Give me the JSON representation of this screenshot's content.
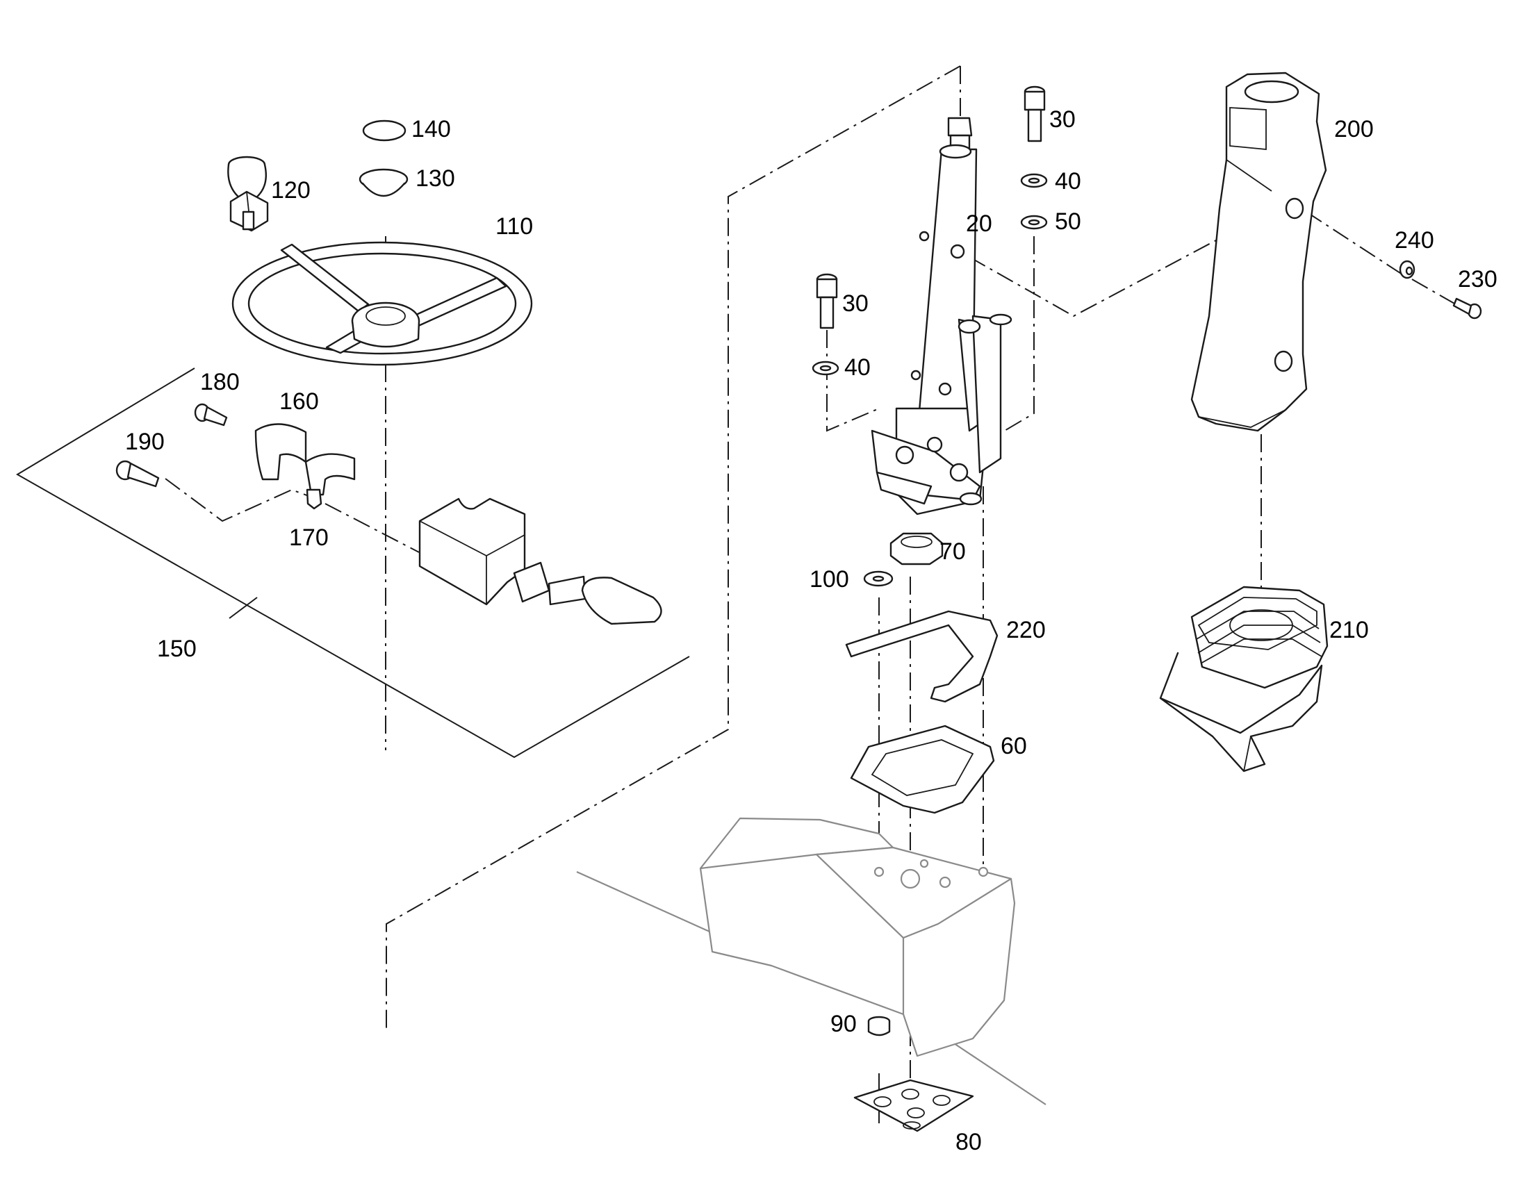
{
  "callouts": {
    "c20": "20",
    "c30a": "30",
    "c30b": "30",
    "c40a": "40",
    "c40b": "40",
    "c50": "50",
    "c60": "60",
    "c70": "70",
    "c80": "80",
    "c90": "90",
    "c100": "100",
    "c110": "110",
    "c120": "120",
    "c130": "130",
    "c140": "140",
    "c150": "150",
    "c160": "160",
    "c170": "170",
    "c180": "180",
    "c190": "190",
    "c200": "200",
    "c210": "210",
    "c220": "220",
    "c230": "230",
    "c240": "240"
  },
  "colors": {
    "ink": "#1a1a1a",
    "housing": "#8a8a8a",
    "background": "#ffffff"
  }
}
